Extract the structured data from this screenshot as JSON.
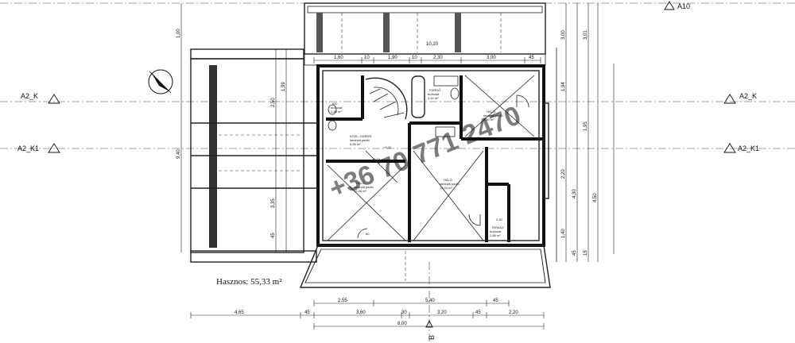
{
  "plan": {
    "area_label": "Hasznos: 55,33 m²",
    "top_level_marker": "A10",
    "bottom_marker": "B",
    "section_markers": {
      "left_a2k": "A2_K",
      "left_a2k1": "A2_K1",
      "right_a2k": "A2_K",
      "right_a2k1": "A2_K1"
    },
    "watermark": "+36 70 771 2470",
    "dim_top": [
      "1,60",
      "10",
      "1,90",
      "10",
      "2,30",
      "3,00",
      "45"
    ],
    "dim_top_upper": "10,20",
    "dim_bottom_row1": [
      "2,55",
      "5,40",
      "45"
    ],
    "dim_bottom_row2": [
      "4,65",
      "45",
      "3,60",
      "30",
      "3,20",
      "45",
      "2,20"
    ],
    "dim_bottom_total": "8,00",
    "dim_left_vertical": [
      "1,00",
      "1,99",
      "2,50",
      "9,40",
      "3,35",
      "45"
    ],
    "dim_right_vertical": [
      "3,00",
      "3,01",
      "1,94",
      "1,95",
      "2,20",
      "4,30",
      "4,50",
      "1,40",
      "45",
      "15"
    ],
    "rooms": {
      "wc": {
        "name": "WC",
        "sub": "burkolat",
        "area": "2,88 m²"
      },
      "kozl": {
        "name": "KÖZL.-GARDR.",
        "sub": "laminált padló",
        "area": "6,56 m²"
      },
      "halo1": {
        "name": "HÁLÓ",
        "sub": "laminált padló",
        "area": "12,56 m²"
      },
      "halo2": {
        "name": "HÁLÓ",
        "sub": "laminált padló",
        "area": "15,44 m²"
      },
      "halo3": {
        "name": "HÁLÓ",
        "sub": "laminált padló",
        "area": "9,60 m²"
      },
      "fsz": {
        "name": "FÜRDŐ",
        "sub": "burkolat",
        "area": "4,44 m²"
      },
      "terasz": {
        "name": "TERASZ",
        "sub": "burkolat",
        "area": "2,88 m²"
      }
    },
    "small_labels": {
      "stair": "+3,30",
      "stair2": "+3,15",
      "gap": "2,40",
      "floor": "80",
      "wall90": "90"
    }
  }
}
